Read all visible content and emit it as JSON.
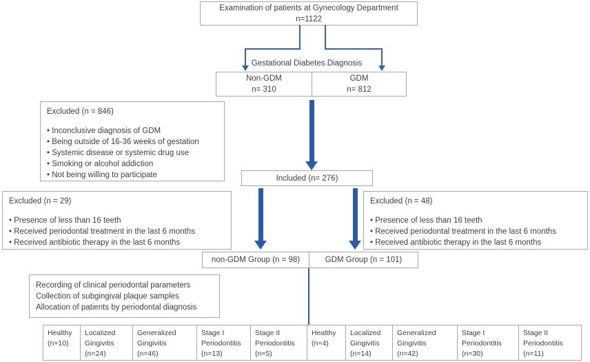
{
  "colors": {
    "thick_arrow": "#2b5ba8",
    "thin_line": "#3d6396",
    "box_border": "#a6a6a6",
    "text": "#3e3e3e"
  },
  "flowchart": {
    "top_box": [
      "Examination of patients at Gynecology Department",
      "n=1122"
    ],
    "diagnosis_label": "Gestational Diabetes Diagnosis",
    "non_gdm_cell": [
      "Non-GDM",
      "n= 310"
    ],
    "gdm_cell": [
      "GDM",
      "n= 812"
    ],
    "excluded_846": {
      "title": "Excluded (n = 846)",
      "items": [
        "• Inconclusive diagnosis of GDM",
        "• Being outside of 16-36 weeks of gestation",
        "• Systemic disease or systemic drug use",
        "• Smoking or alcohol addiction",
        "• Not being willing to participate"
      ]
    },
    "included_box": "Included (n= 276)",
    "excluded_29": {
      "title": "Excluded (n = 29)",
      "items": [
        "• Presence of less than 16 teeth",
        "• Received periodontal treatment in the last 6 months",
        "• Received antibiotic therapy in the last 6 months"
      ]
    },
    "excluded_48": {
      "title": "Excluded (n = 48)",
      "items": [
        "• Presence of less than 16 teeth",
        "• Received periodontal treatment in the last 6 months",
        "• Received antibiotic therapy in the last 6 months"
      ]
    },
    "non_gdm_group_cell": "non-GDM Group (n = 98)",
    "gdm_group_cell": "GDM Group (n = 101)",
    "procedures_box": [
      "Recording of clinical periodontal parameters",
      "Collection of subgingival plaque samples",
      "Allocation of patients by periodontal diagnosis"
    ],
    "outcome_cells": [
      [
        "Healthy",
        "(n=10)"
      ],
      [
        "Localized",
        "Gingivitis",
        "(n=24)"
      ],
      [
        "Generalized",
        "Gingivitis",
        "(n=46)"
      ],
      [
        "Stage I",
        "Periodontitis",
        "(n=13)"
      ],
      [
        "Stage II",
        "Periodontitis",
        "(n=5)"
      ],
      [
        "Healthy",
        "(n=4)"
      ],
      [
        "Localized",
        "Gingivitis",
        "(n=14)"
      ],
      [
        "Generalized",
        "Gingivitis",
        "(n=42)"
      ],
      [
        "Stage I",
        "Periodontitis",
        "(n=30)"
      ],
      [
        "Stage II",
        "Periodontitis",
        "(n=11)"
      ]
    ]
  }
}
